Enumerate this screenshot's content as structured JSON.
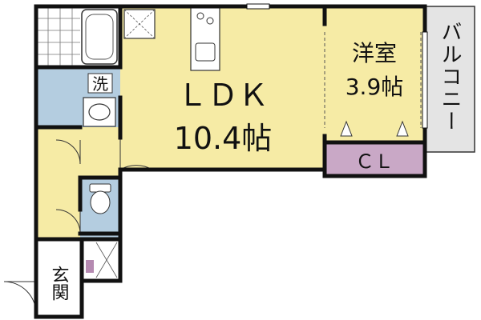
{
  "rooms": {
    "ldk": {
      "name": "ＬＤＫ",
      "size": "10.4帖"
    },
    "bedroom": {
      "name": "洋室",
      "size": "3.9帖"
    },
    "closet": {
      "name": "ＣＬ"
    },
    "balcony": {
      "name": "バルコニー"
    },
    "washroom": {
      "name": "洗"
    },
    "entrance": {
      "name": "玄関"
    }
  },
  "colors": {
    "ldk": "#f6eba5",
    "wet_area": "#b4cde0",
    "closet": "#c9a8c6",
    "balcony": "#e4e4e4",
    "storage_mark": "#b58ab1",
    "wall": "#111111"
  }
}
